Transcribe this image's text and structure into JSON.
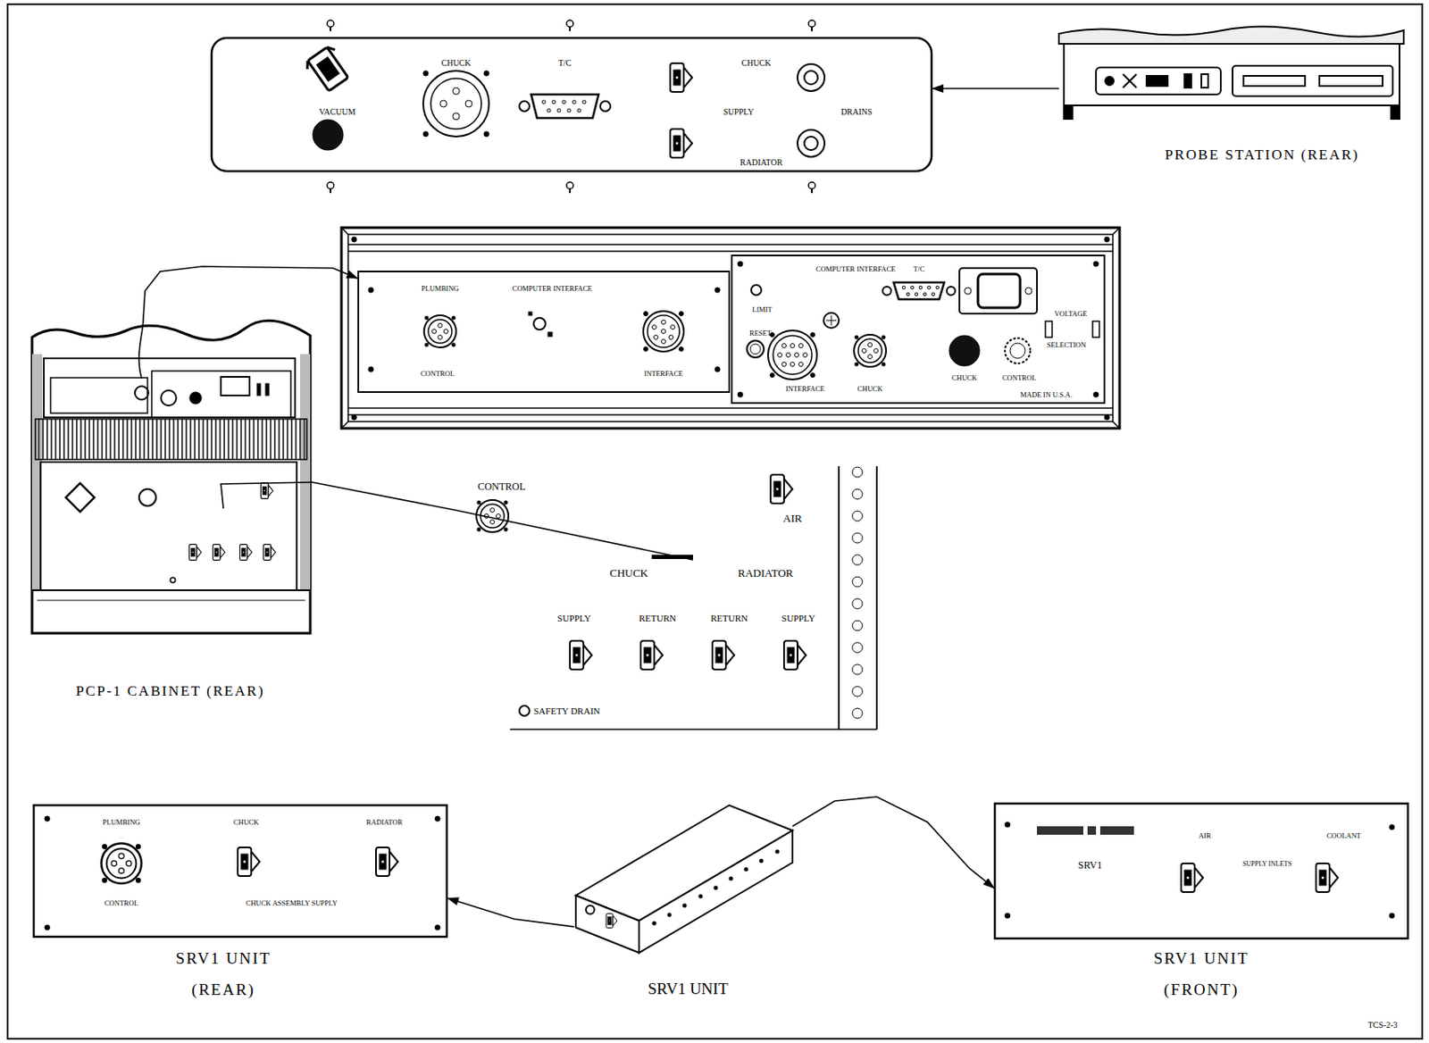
{
  "diagram": {
    "nodes": [
      {
        "text": [
          "VACUUM",
          "CHUCK",
          "T/C",
          "CHUCK",
          "SUPPLY",
          "DRAINS",
          "RADIATOR"
        ]
      },
      {
        "text": [
          "PROBE STATION (REAR)"
        ]
      },
      {
        "text": [
          "PLUMBING",
          "COMPUTER INTERFACE",
          "CONTROL",
          "INTERFACE"
        ]
      },
      {
        "text": [
          "LIMIT",
          "RESET",
          "COMPUTER INTERFACE",
          "T/C",
          "VOLTAGE",
          "SELECTION",
          "INTERFACE",
          "CHUCK",
          "CHUCK",
          "CONTROL",
          "MADE IN U.S.A."
        ]
      },
      {
        "text": [
          "PCP-1 CABINET (REAR)"
        ]
      },
      {
        "text": [
          "CONTROL",
          "AIR",
          "CHUCK",
          "RADIATOR",
          "SUPPLY",
          "RETURN",
          "RETURN",
          "SUPPLY",
          "SAFETY DRAIN"
        ]
      },
      {
        "text": [
          "PLUMBING",
          "CHUCK",
          "RADIATOR",
          "CONTROL",
          "CHUCK ASSEMBLY SUPPLY",
          "SRV1 UNIT (REAR)"
        ]
      },
      {
        "text": [
          "SRV1 UNIT"
        ]
      },
      {
        "text": [
          "AIR",
          "COOLANT",
          "SRV1",
          "SUPPLY INLETS",
          "SRV1 UNIT (FRONT)"
        ]
      }
    ],
    "edges": [
      {
        "from": 1,
        "to": 0,
        "arrow": "to"
      },
      {
        "from": 4,
        "to": 2,
        "arrow": "to"
      },
      {
        "from": 4,
        "to": 5,
        "arrow": "none"
      },
      {
        "from": 7,
        "to": 6,
        "arrow": "to"
      },
      {
        "from": 7,
        "to": 8,
        "arrow": "to"
      }
    ],
    "labels": [
      "TCS-2-3"
    ]
  }
}
